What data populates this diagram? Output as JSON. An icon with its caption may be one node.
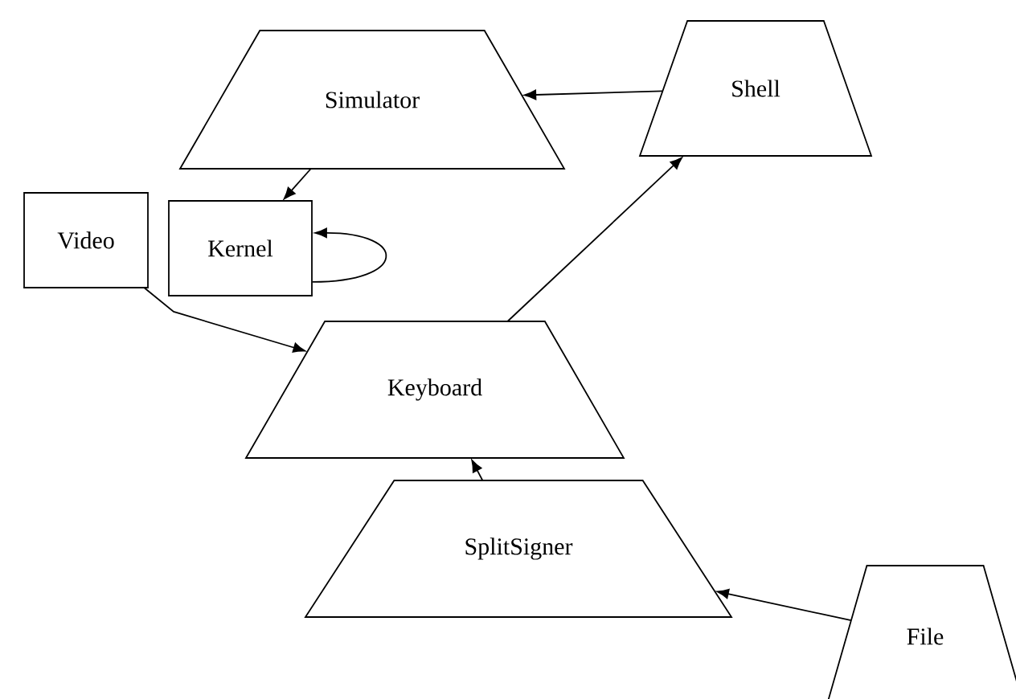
{
  "diagram": {
    "nodes": [
      {
        "text": [
          "Simulator"
        ]
      },
      {
        "text": [
          "Shell"
        ]
      },
      {
        "text": [
          "Video"
        ]
      },
      {
        "text": [
          "Kernel"
        ]
      },
      {
        "text": [
          "Keyboard"
        ]
      },
      {
        "text": [
          "SplitSigner"
        ]
      },
      {
        "text": [
          "File"
        ]
      }
    ],
    "edges": [
      {
        "from": 1,
        "to": 0,
        "arrow": "to"
      },
      {
        "from": 0,
        "to": 3,
        "arrow": "to"
      },
      {
        "from": 3,
        "to": 3,
        "arrow": "to"
      },
      {
        "from": 2,
        "to": 4,
        "arrow": "to"
      },
      {
        "from": 4,
        "to": 1,
        "arrow": "to"
      },
      {
        "from": 5,
        "to": 4,
        "arrow": "to"
      },
      {
        "from": 6,
        "to": 5,
        "arrow": "to"
      }
    ]
  }
}
